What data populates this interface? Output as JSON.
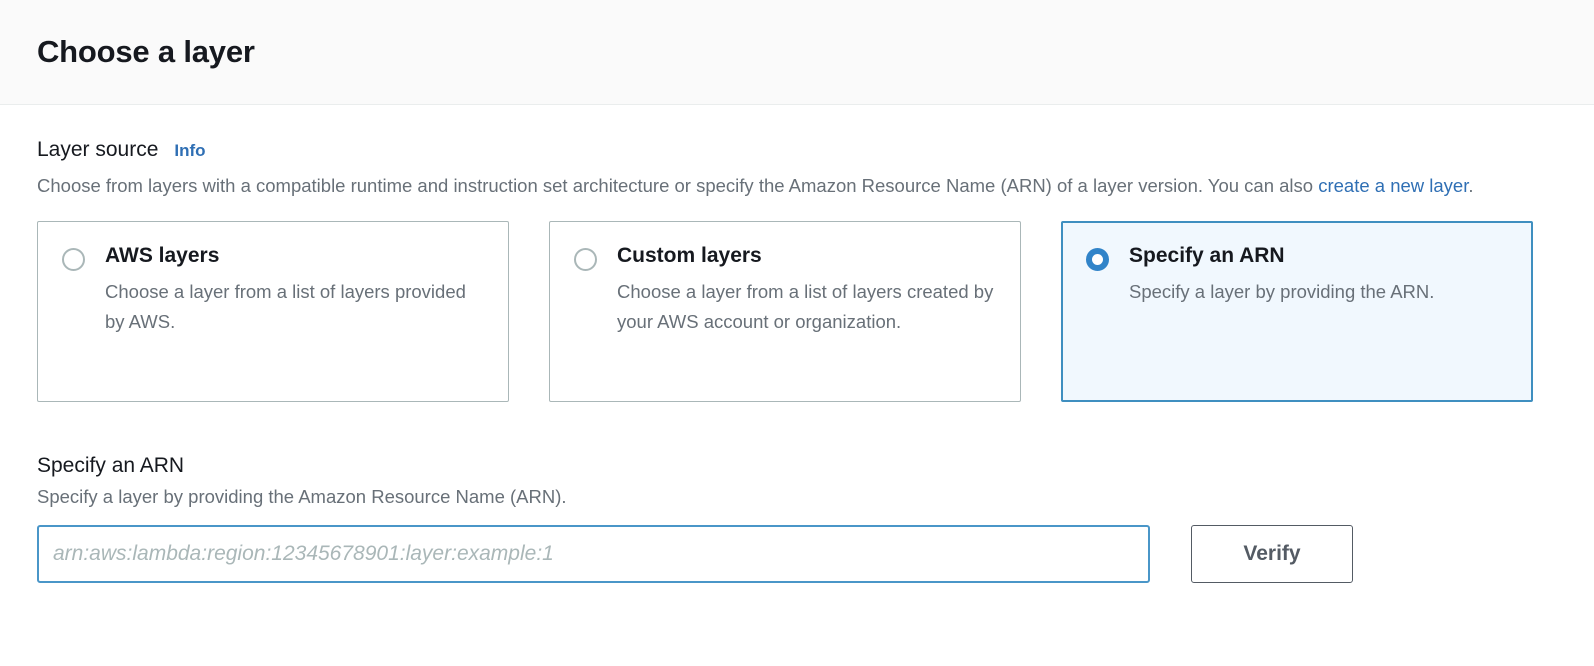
{
  "header": {
    "title": "Choose a layer"
  },
  "layer_source": {
    "label": "Layer source",
    "info_label": "Info",
    "description_part1": "Choose from layers with a compatible runtime and instruction set architecture or specify the Amazon Resource Name (ARN) of a layer version. You can also ",
    "description_link": "create a new layer",
    "description_part2": ".",
    "options": [
      {
        "title": "AWS layers",
        "description": "Choose a layer from a list of layers provided by AWS.",
        "selected": false
      },
      {
        "title": "Custom layers",
        "description": "Choose a layer from a list of layers created by your AWS account or organization.",
        "selected": false
      },
      {
        "title": "Specify an ARN",
        "description": "Specify a layer by providing the ARN.",
        "selected": true
      }
    ]
  },
  "arn_section": {
    "heading": "Specify an ARN",
    "description": "Specify a layer by providing the Amazon Resource Name (ARN).",
    "input_value": "",
    "input_placeholder": "arn:aws:lambda:region:12345678901:layer:example:1",
    "verify_label": "Verify"
  },
  "colors": {
    "accent_blue": "#3184c9",
    "link_blue": "#2f6fb4",
    "selected_tile_border": "#3f8fc0",
    "selected_tile_bg": "#f1f8fe",
    "input_focus_border": "#4a96c8",
    "tile_border": "#aab7b8",
    "text_primary": "#16191f",
    "text_secondary": "#687078",
    "button_border": "#545b64",
    "header_bg": "#fafafa"
  }
}
